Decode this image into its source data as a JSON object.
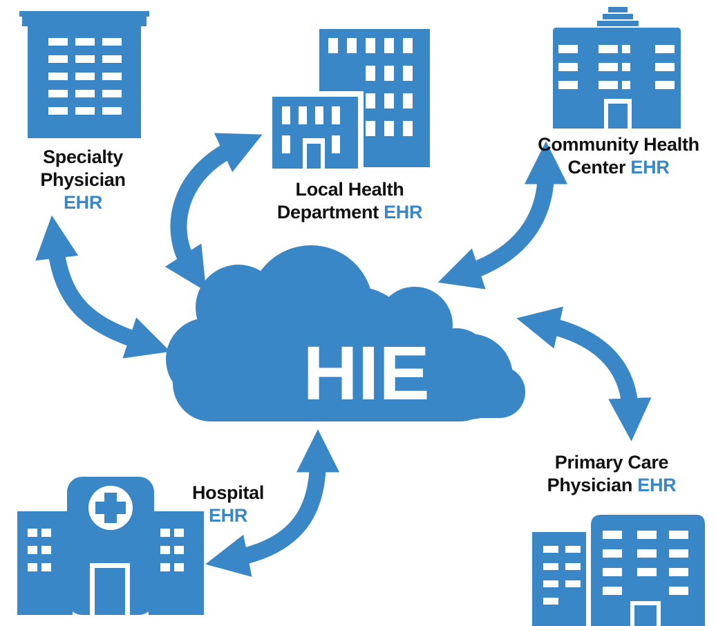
{
  "colors": {
    "primary": "#3a87c8",
    "text": "#111111",
    "background": "#ffffff",
    "hie_text": "#ffffff"
  },
  "hub": {
    "label": "HIE",
    "icon": "cloud-icon"
  },
  "nodes": {
    "specialty": {
      "line1": "Specialty",
      "line2": "Physician",
      "ehr": "EHR",
      "icon": "office-building-icon"
    },
    "local": {
      "line1": "Local Health",
      "line2": "Department",
      "ehr": "EHR",
      "icon": "government-buildings-icon"
    },
    "community": {
      "line1": "Community Health",
      "line2": "Center",
      "ehr": "EHR",
      "icon": "health-center-building-icon"
    },
    "hospital": {
      "line1": "Hospital",
      "ehr": "EHR",
      "icon": "hospital-icon"
    },
    "primary": {
      "line1": "Primary Care",
      "line2": "Physician",
      "ehr": "EHR",
      "icon": "clinic-buildings-icon"
    }
  }
}
